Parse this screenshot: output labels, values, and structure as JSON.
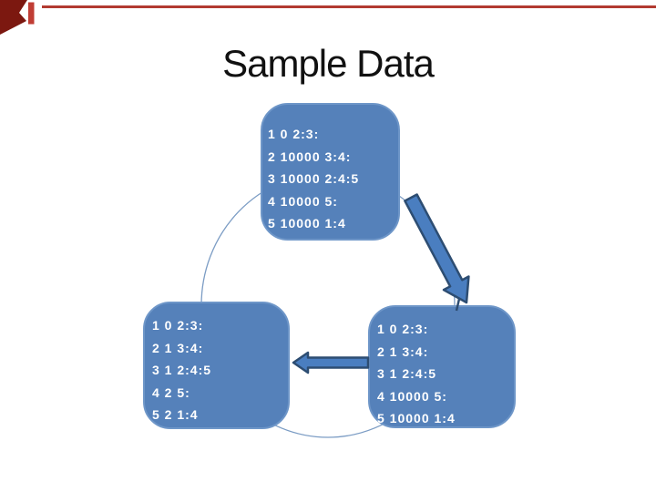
{
  "title": "Sample Data",
  "diagram": {
    "type": "cycle",
    "nodes": [
      {
        "id": "top",
        "lines": [
          "1 0 2:3:",
          "2 10000 3:4:",
          "3 10000 2:4:5",
          "4 10000 5:",
          "5 10000 1:4"
        ]
      },
      {
        "id": "bottom-left",
        "lines": [
          "1 0 2:3:",
          "2 1 3:4:",
          "3 1 2:4:5",
          "4 2 5:",
          "5 2 1:4"
        ]
      },
      {
        "id": "bottom-right",
        "lines": [
          "1 0 2:3:",
          "2 1 3:4:",
          "3 1 2:4:5",
          "4 10000 5:",
          "5 10000 1:4"
        ]
      }
    ],
    "arrows": [
      {
        "icon": "arrow-down-right-icon",
        "from": "top",
        "to": "bottom-right"
      },
      {
        "icon": "arrow-left-icon",
        "from": "bottom-right",
        "to": "bottom-left"
      }
    ]
  },
  "colors": {
    "node_fill": "#5581ba",
    "node_border": "#6e96c8",
    "node_text": "#ffffff",
    "arrow_fill": "#4a7ec0",
    "arrow_stroke": "#2d4d72",
    "ellipse_stroke": "#7b9cc4",
    "title_text": "#111111",
    "decor_corner": "#7c1810",
    "decor_bar": "#c03d34",
    "decor_line": "#b23a31",
    "background": "#ffffff"
  }
}
